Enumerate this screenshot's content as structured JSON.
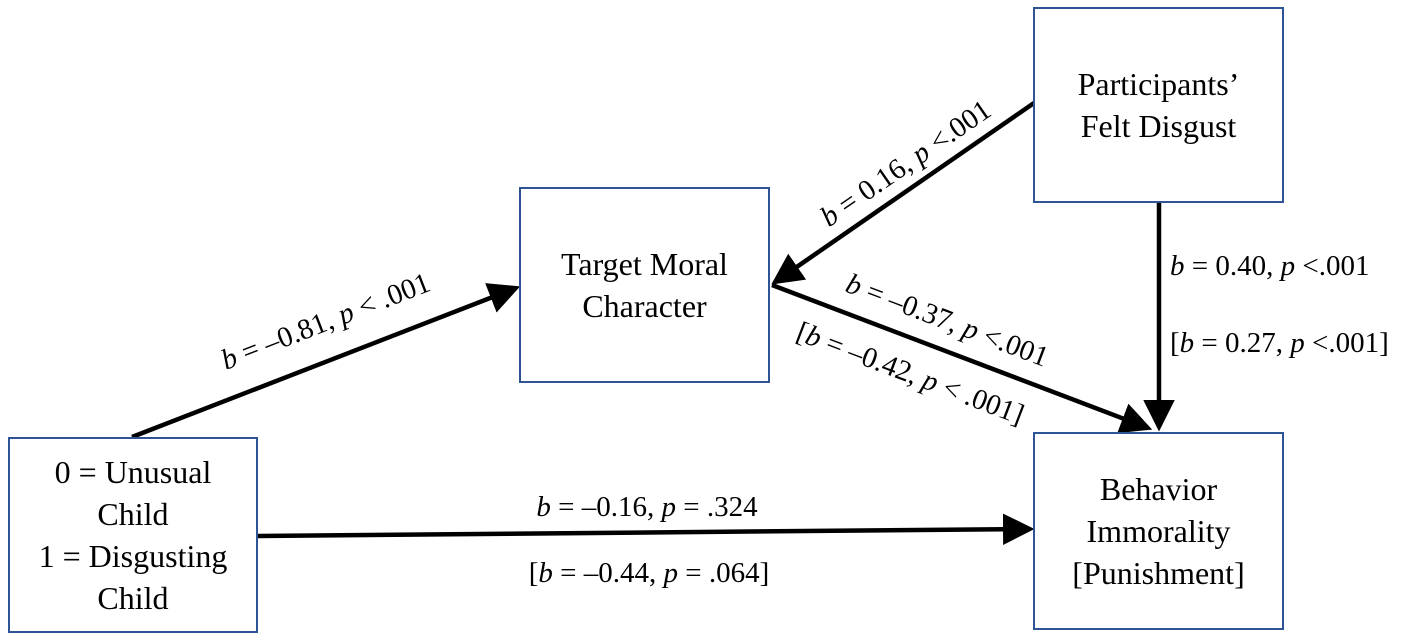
{
  "colors": {
    "box_border": "#2f5496",
    "arrow": "#000000",
    "text": "#000000",
    "background": "#ffffff"
  },
  "nodes": {
    "condition": {
      "lines": [
        "0 = Unusual",
        "Child",
        "1 = Disgusting",
        "Child"
      ]
    },
    "moral_character": {
      "lines": [
        "Target Moral",
        "Character"
      ]
    },
    "disgust": {
      "lines": [
        "Participants’",
        "Felt Disgust"
      ]
    },
    "immorality": {
      "lines": [
        "Behavior",
        "Immorality",
        "[Punishment]"
      ]
    }
  },
  "edges": {
    "condition_to_moral": {
      "label": [
        {
          "t": "b",
          "i": true
        },
        {
          "t": " = –0.81, "
        },
        {
          "t": "p",
          "i": true
        },
        {
          "t": " < .001"
        }
      ]
    },
    "disgust_to_moral": {
      "label": [
        {
          "t": "b",
          "i": true
        },
        {
          "t": " = 0.16, "
        },
        {
          "t": "p",
          "i": true
        },
        {
          "t": " <.001"
        }
      ]
    },
    "moral_to_immorality": {
      "label": [
        {
          "t": "b",
          "i": true
        },
        {
          "t": " = –0.37, "
        },
        {
          "t": "p",
          "i": true
        },
        {
          "t": " <.001"
        }
      ],
      "label2": [
        {
          "t": "["
        },
        {
          "t": "b",
          "i": true
        },
        {
          "t": " = –0.42, "
        },
        {
          "t": "p",
          "i": true
        },
        {
          "t": " < .001]"
        }
      ]
    },
    "disgust_to_immorality": {
      "label": [
        {
          "t": "b",
          "i": true
        },
        {
          "t": " = 0.40, "
        },
        {
          "t": "p",
          "i": true
        },
        {
          "t": " <.001"
        }
      ],
      "label2": [
        {
          "t": "["
        },
        {
          "t": "b",
          "i": true
        },
        {
          "t": " = 0.27, "
        },
        {
          "t": "p",
          "i": true
        },
        {
          "t": " <.001]"
        }
      ]
    },
    "condition_to_immorality": {
      "label": [
        {
          "t": "b",
          "i": true
        },
        {
          "t": " = –0.16, "
        },
        {
          "t": "p",
          "i": true
        },
        {
          "t": " = .324"
        }
      ],
      "label2": [
        {
          "t": "["
        },
        {
          "t": "b",
          "i": true
        },
        {
          "t": " = –0.44, "
        },
        {
          "t": "p",
          "i": true
        },
        {
          "t": " = .064]"
        }
      ]
    }
  }
}
